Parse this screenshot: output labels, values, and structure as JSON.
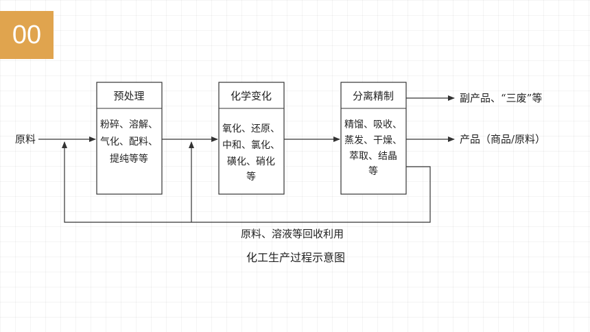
{
  "badge": {
    "label": "00"
  },
  "diagram": {
    "input_label": "原料",
    "boxes": [
      {
        "title": "预处理",
        "body": [
          "粉碎、溶解、",
          "气化、配料、",
          "提纯等等"
        ]
      },
      {
        "title": "化学变化",
        "body": [
          "氧化、还原、",
          "中和、氯化、",
          "磺化、硝化",
          "等"
        ]
      },
      {
        "title": "分离精制",
        "body": [
          "精馏、吸收、",
          "蒸发、干燥、",
          "萃取、结晶",
          "等"
        ]
      }
    ],
    "outputs": [
      "副产品、“三废”等",
      "产品（商品/原料）"
    ],
    "recycle_label": "原料、溶液等回收利用",
    "caption": "化工生产过程示意图"
  },
  "colors": {
    "badge": "#e0a44e",
    "line": "#333333"
  }
}
